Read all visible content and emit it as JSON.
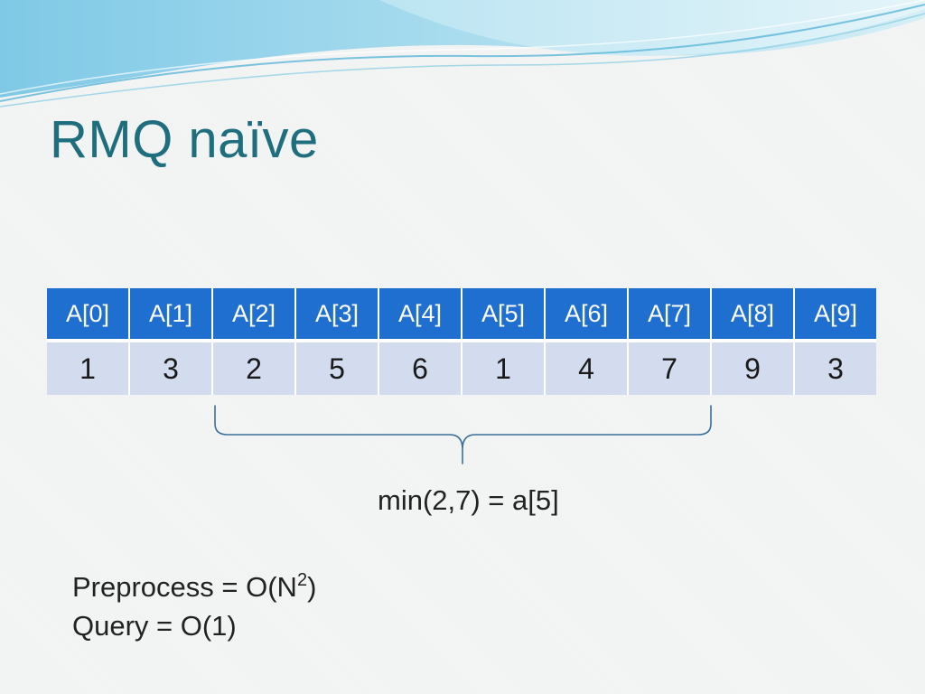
{
  "slide": {
    "title": "RMQ naïve",
    "array": {
      "headers": [
        "A[0]",
        "A[1]",
        "A[2]",
        "A[3]",
        "A[4]",
        "A[5]",
        "A[6]",
        "A[7]",
        "A[8]",
        "A[9]"
      ],
      "values": [
        "1",
        "3",
        "2",
        "5",
        "6",
        "1",
        "4",
        "7",
        "9",
        "3"
      ]
    },
    "query_example": "min(2,7) = a[5]",
    "complexity": {
      "preprocess_prefix": "Preprocess = O(N",
      "preprocess_exponent": "2",
      "preprocess_suffix": ")",
      "query": "Query = O(1)"
    },
    "colors": {
      "title": "#1f6e7e",
      "header_cell": "#1f6fd1",
      "value_cell": "#d3dbef",
      "brace": "#3a6f9a"
    }
  }
}
